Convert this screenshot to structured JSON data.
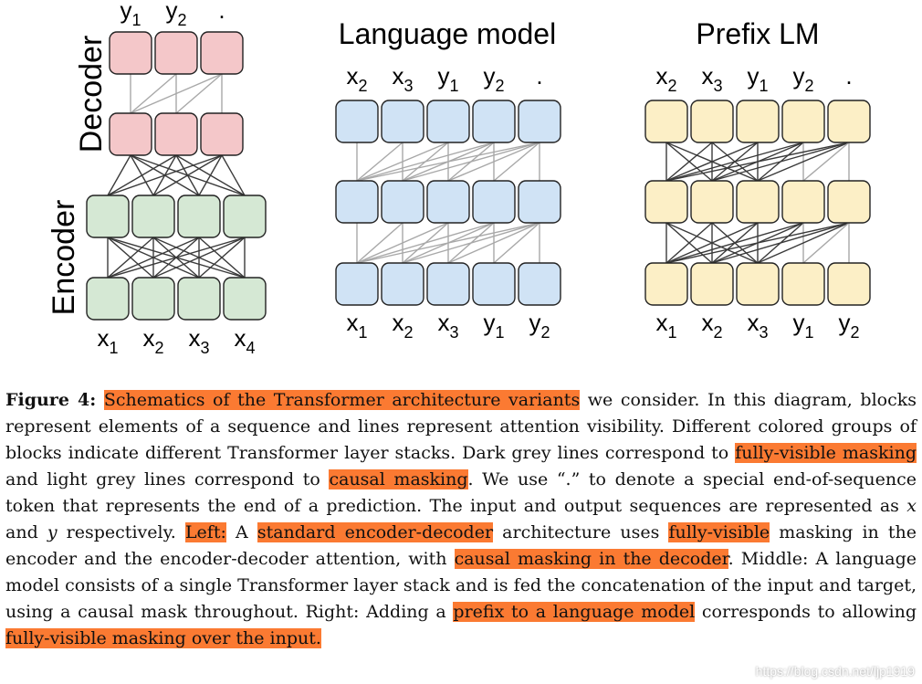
{
  "diagram": {
    "left_panel": {
      "decoder_label": "Decoder",
      "encoder_label": "Encoder",
      "outputs": [
        "y",
        "y",
        "."
      ],
      "outputs_sub": [
        "1",
        "2",
        ""
      ],
      "inputs": [
        "x",
        "x",
        "x",
        "x"
      ],
      "inputs_sub": [
        "1",
        "2",
        "3",
        "4"
      ],
      "colors": {
        "decoder": "#f4c7c9",
        "encoder": "#d5e8d4"
      }
    },
    "middle_panel": {
      "title": "Language model",
      "outputs": [
        "x",
        "x",
        "y",
        "y",
        "."
      ],
      "outputs_sub": [
        "2",
        "3",
        "1",
        "2",
        ""
      ],
      "inputs": [
        "x",
        "x",
        "x",
        "y",
        "y"
      ],
      "inputs_sub": [
        "1",
        "2",
        "3",
        "1",
        "2"
      ],
      "color": "#d0e3f5"
    },
    "right_panel": {
      "title": "Prefix LM",
      "outputs": [
        "x",
        "x",
        "y",
        "y",
        "."
      ],
      "outputs_sub": [
        "2",
        "3",
        "1",
        "2",
        ""
      ],
      "inputs": [
        "x",
        "x",
        "x",
        "y",
        "y"
      ],
      "inputs_sub": [
        "1",
        "2",
        "3",
        "1",
        "2"
      ],
      "color": "#fcefc6"
    },
    "colors": {
      "dark_line": "#3a3a3a",
      "light_line": "#a8a8a8",
      "block_border": "#222222"
    }
  },
  "caption": {
    "label": "Figure 4:",
    "hl1": "Schematics of the Transformer architecture variants",
    "t1": " we consider. In this diagram, blocks represent elements of a sequence and lines represent attention visibility. Different colored groups of blocks indicate different Transformer layer stacks. Dark grey lines correspond to ",
    "hl2": "fully-visible masking",
    "t2": " and light grey lines correspond to ",
    "hl3": "causal masking",
    "t3": ". We use “.” to denote a special end-of-sequence token that represents the end of a prediction. The input and output sequences are represented as ",
    "var_x": "x",
    "t4": " and ",
    "var_y": "y",
    "t5": " respectively. ",
    "hl4": "Left:",
    "t6": " A ",
    "hl5": "standard encoder-decoder",
    "t7": " architecture uses ",
    "hl6": "fully-visible",
    "t8": " masking in the encoder and the encoder-decoder attention, with ",
    "hl7": "causal masking in the decoder",
    "t9": ". Middle: A language model consists of a single Transformer layer stack and is fed the concatenation of the input and target, using a causal mask throughout. Right: Adding a ",
    "hl8": "prefix to a language model",
    "t10": " corresponds to allowing ",
    "hl9": "fully-visible masking over the input.",
    "hl_color": "#fb7a32"
  },
  "watermark": "https://blog.csdn.net/ljp1919"
}
